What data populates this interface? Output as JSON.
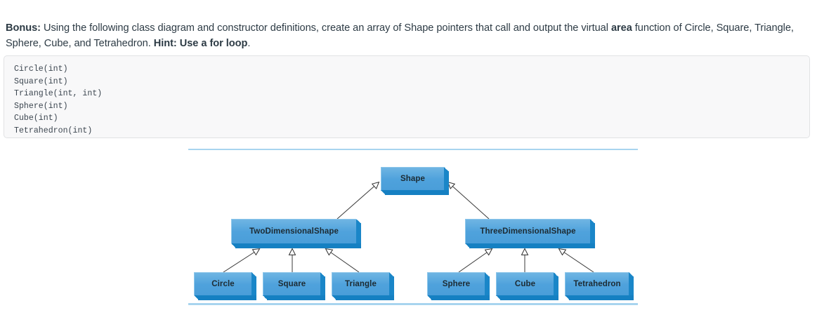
{
  "prompt": {
    "lead": "Bonus:",
    "body_1": " Using the following class diagram and constructor definitions, create an array of Shape pointers that call and output the virtual ",
    "emphasis": "area",
    "body_2": " function of Circle, Square, Triangle, Sphere, Cube, and Tetrahedron. ",
    "hint": "Hint: Use a for loop",
    "body_3": "."
  },
  "code_block": {
    "lines": [
      "Circle(int)",
      "Square(int)",
      "Triangle(int, int)",
      "Sphere(int)",
      "Cube(int)",
      "Tetrahedron(int)"
    ]
  },
  "diagram": {
    "type": "uml-class-hierarchy",
    "colors": {
      "box_face_light": "#6fb5e3",
      "box_face_dark": "#4a9ed9",
      "box_bevel": "#1580c2",
      "rule": "#a8d4ef",
      "arrow": "#3a3a3a",
      "label": "#1d2b33"
    },
    "nodes": {
      "root": "Shape",
      "two_d": "TwoDimensionalShape",
      "three_d": "ThreeDimensionalShape",
      "circle": "Circle",
      "square": "Square",
      "triangle": "Triangle",
      "sphere": "Sphere",
      "cube": "Cube",
      "tetrahedron": "Tetrahedron"
    },
    "inheritance": [
      {
        "child": "TwoDimensionalShape",
        "parent": "Shape"
      },
      {
        "child": "ThreeDimensionalShape",
        "parent": "Shape"
      },
      {
        "child": "Circle",
        "parent": "TwoDimensionalShape"
      },
      {
        "child": "Square",
        "parent": "TwoDimensionalShape"
      },
      {
        "child": "Triangle",
        "parent": "TwoDimensionalShape"
      },
      {
        "child": "Sphere",
        "parent": "ThreeDimensionalShape"
      },
      {
        "child": "Cube",
        "parent": "ThreeDimensionalShape"
      },
      {
        "child": "Tetrahedron",
        "parent": "ThreeDimensionalShape"
      }
    ]
  }
}
